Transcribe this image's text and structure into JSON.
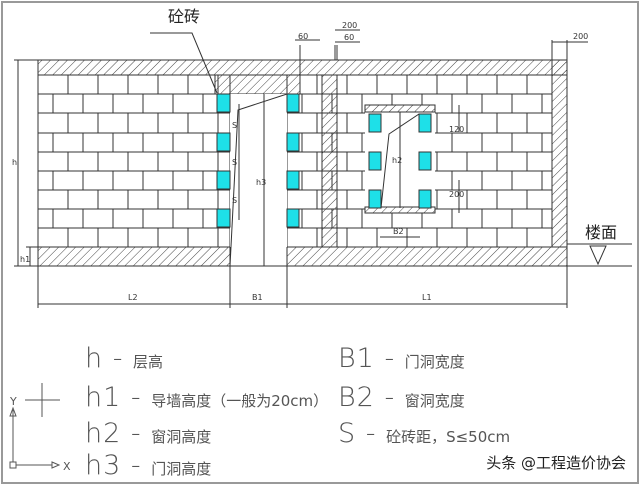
{
  "drawing": {
    "callout_label": "砼砖",
    "floor_label": "楼面",
    "dims": {
      "h": "h",
      "h1": "h1",
      "h3": "h3",
      "h2": "h2",
      "L1": "L1",
      "L2": "L2",
      "B1": "B1",
      "B2": "B2",
      "top_60_a": "60",
      "top_200_a": "200",
      "top_60_b": "60",
      "top_200_b": "200",
      "window_top": "120",
      "window_bottom": "200",
      "spacing": "S"
    },
    "colors": {
      "tie_brick": "#1ee0e8",
      "line": "#333333",
      "frame": "#999999"
    }
  },
  "legend": {
    "left": [
      {
        "symbol": "h",
        "text": "层高"
      },
      {
        "symbol": "h1",
        "text": "导墙高度（一般为20cm）"
      },
      {
        "symbol": "h2",
        "text": "窗洞高度"
      },
      {
        "symbol": "h3",
        "text": "门洞高度"
      }
    ],
    "right": [
      {
        "symbol": "B1",
        "text": "门洞宽度"
      },
      {
        "symbol": "B2",
        "text": "窗洞宽度"
      },
      {
        "symbol": "S",
        "text": "砼砖距，S≤50cm"
      }
    ],
    "axis_x": "X",
    "axis_y": "Y"
  },
  "watermark": "头条 @工程造价协会"
}
